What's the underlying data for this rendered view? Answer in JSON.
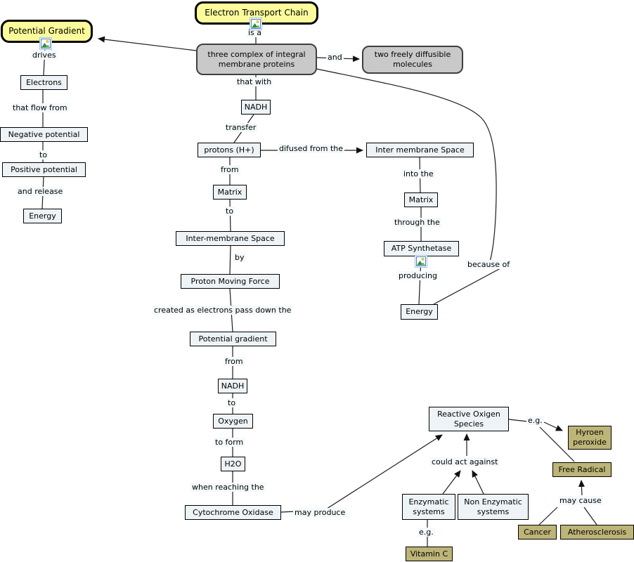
{
  "title": "Electron Transport Chain concept map",
  "colors": {
    "page_bg": "#FFFFFF",
    "topic_fill": "#FBFB9B",
    "category_fill": "#C9C9C9",
    "concept_fill": "#EEF3F7",
    "hazard_fill": "#BDB478",
    "phrase_bg": "#F4F9FB",
    "line": "#1C1C1C"
  },
  "icons": {
    "resource": "image-resource-icon"
  },
  "nodes": {
    "potentialGradient": "Potential Gradient",
    "etc": "Electron Transport Chain",
    "threeComplex": "three complex of integral membrane proteins",
    "twoFreely": "two freely diffusible molecules",
    "electrons": "Electrons",
    "negativePotential": "Negative potential",
    "positivePotential": "Positive potential",
    "energyLeft": "Energy",
    "nadh1": "NADH",
    "protons": "protons (H+)",
    "matrix1": "Matrix",
    "interMembraneHyphen": "Inter-membrane Space",
    "protonMovingForce": "Proton Moving Force",
    "potentialGradientMid": "Potential gradient",
    "nadh2": "NADH",
    "oxygen": "Oxygen",
    "h2o": "H2O",
    "cytochromeOxidase": "Cytochrome Oxidase",
    "interMembraneSpace": "Inter membrane Space",
    "matrix2": "Matrix",
    "atpSynthetase": "ATP Synthetase",
    "energyRight": "Energy",
    "ros": "Reactive Oxigen Species",
    "hyroenPeroxide": "Hyroen peroxide",
    "freeRadical": "Free Radical",
    "enzymatic": "Enzymatic systems",
    "nonEnzymatic": "Non Enzymatic systems",
    "cancer": "Cancer",
    "atherosclerosis": "Atherosclerosis",
    "vitaminC": "Vitamin C"
  },
  "phrases": {
    "drives": "drives",
    "thatFlowFrom": "that flow from",
    "toLeft": "to",
    "andRelease": "and release",
    "isA": "is a",
    "and": "and",
    "thatWith": "that with",
    "transfer": "transfer",
    "difusedFromThe": "difused from the",
    "from1": "from",
    "to1": "to",
    "by": "by",
    "createdAs": "created as electrons pass down the",
    "from2": "from",
    "to2": "to",
    "toForm": "to form",
    "whenReachingThe": "when reaching the",
    "mayProduce": "may produce",
    "intoThe": "into the",
    "throughThe": "through the",
    "producing": "producing",
    "becauseOf": "because of",
    "egTop": "e.g.",
    "couldActAgainst": "could act against",
    "mayCause": "may cause",
    "egBottom": "e.g."
  }
}
